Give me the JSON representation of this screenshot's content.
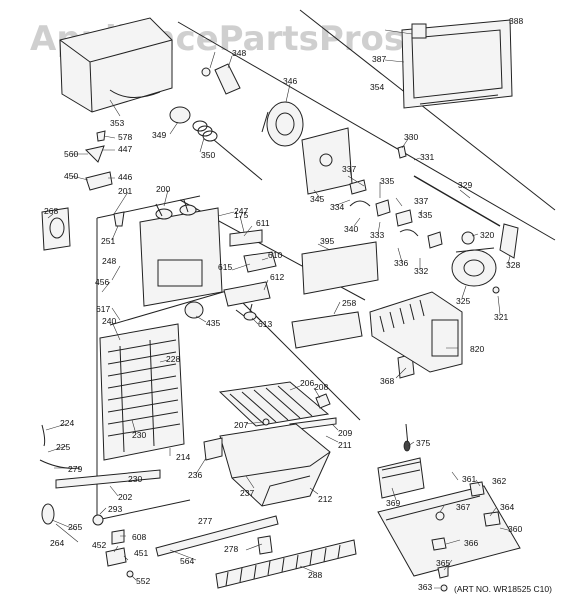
{
  "watermark": "AppliancePartsPros.com",
  "art_note": "(ART NO. WR18525 C10)",
  "part_labels": {
    "p388": "388",
    "p387": "387",
    "p354": "354",
    "p348": "348",
    "p346": "346",
    "p353": "353",
    "p349": "349",
    "p350": "350",
    "p578": "578",
    "p447": "447",
    "p560": "560",
    "p446": "446",
    "p450": "450",
    "p201": "201",
    "p200": "200",
    "p247": "247",
    "p268": "268",
    "p251": "251",
    "p175": "175",
    "p611": "611",
    "p610": "610",
    "p615": "615",
    "p612": "612",
    "p613": "613",
    "p248": "248",
    "p456": "456",
    "p617": "617",
    "p240": "240",
    "p435": "435",
    "p228": "228",
    "p230a": "230",
    "p230b": "230",
    "p214": "214",
    "p224": "224",
    "p225": "225",
    "p279": "279",
    "p202": "202",
    "p293": "293",
    "p265": "265",
    "p264": "264",
    "p608": "608",
    "p452": "452",
    "p451": "451",
    "p552": "552",
    "p564": "564",
    "p277": "277",
    "p278": "278",
    "p288": "288",
    "p236": "236",
    "p237": "237",
    "p212": "212",
    "p211": "211",
    "p209": "209",
    "p207": "207",
    "p206": "206",
    "p208": "208",
    "p375": "375",
    "p369": "369",
    "p361": "361",
    "p362": "362",
    "p367": "367",
    "p364": "364",
    "p360": "360",
    "p366": "366",
    "p365": "365",
    "p363": "363",
    "p368": "368",
    "p820": "820",
    "p258": "258",
    "p395": "395",
    "p345": "345",
    "p334": "334",
    "p340": "340",
    "p333": "333",
    "p336": "336",
    "p332": "332",
    "p337a": "337",
    "p337b": "337",
    "p335a": "335",
    "p335b": "335",
    "p330": "330",
    "p331": "331",
    "p329": "329",
    "p320": "320",
    "p328": "328",
    "p325": "325",
    "p321": "321"
  }
}
